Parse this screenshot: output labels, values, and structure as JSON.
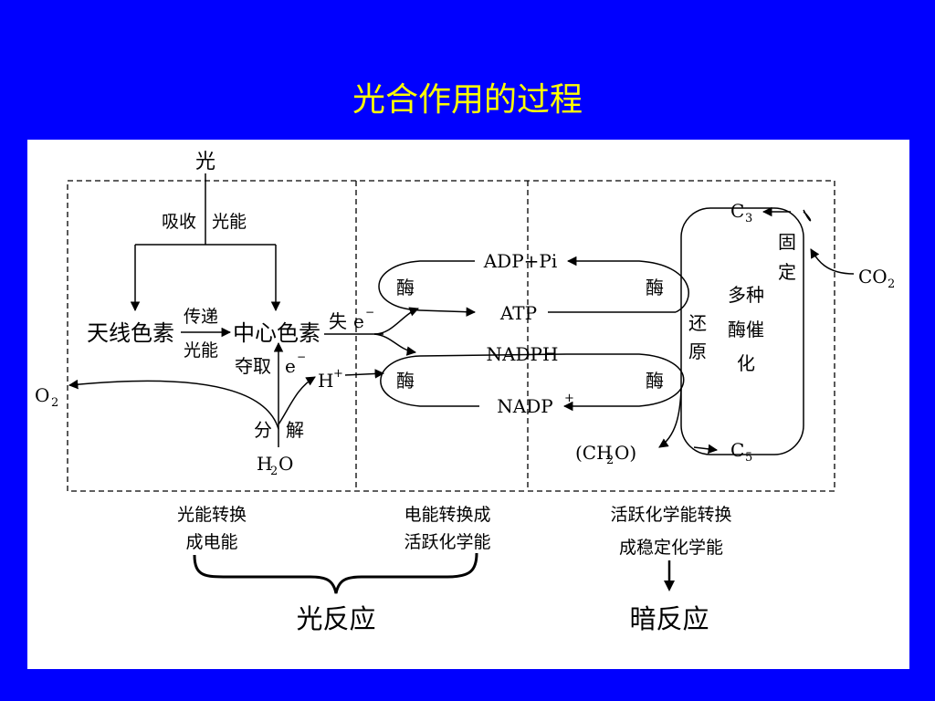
{
  "title": "光合作用的过程",
  "labels": {
    "light": "光",
    "absorb": "吸收",
    "light_energy": "光能",
    "antenna": "天线色素",
    "transfer": "传递",
    "transfer_energy": "光能",
    "center": "中心色素",
    "lose_e": "失",
    "e_minus_1": "e",
    "seize": "夺取",
    "e_minus_2": "e",
    "o2": "O",
    "o2_sub": "2",
    "h_plus": "H",
    "split_left": "分",
    "split_right": "解",
    "h2o_h": "H",
    "h2o_sub": "2",
    "h2o_o": "O",
    "adp": "ADP+Pi",
    "atp": "ATP",
    "nadph": "NADPH",
    "nadp": "NADP",
    "enzyme": "酶",
    "c3": "C",
    "c3_sub": "3",
    "c5": "C",
    "c5_sub": "5",
    "fix1": "固",
    "fix2": "定",
    "co2": "CO",
    "co2_sub": "2",
    "reduce1": "还",
    "reduce2": "原",
    "multi1": "多种",
    "multi2": "酶催",
    "multi3": "化",
    "ch2o_a": "(CH",
    "ch2o_sub": "2",
    "ch2o_b": "O)"
  },
  "stages": {
    "stage1_line1": "光能转换",
    "stage1_line2": "成电能",
    "stage2_line1": "电能转换成",
    "stage2_line2": "活跃化学能",
    "stage3_line1": "活跃化学能转换",
    "stage3_line2": "成稳定化学能"
  },
  "reactions": {
    "light_reaction": "光反应",
    "dark_reaction": "暗反应"
  }
}
